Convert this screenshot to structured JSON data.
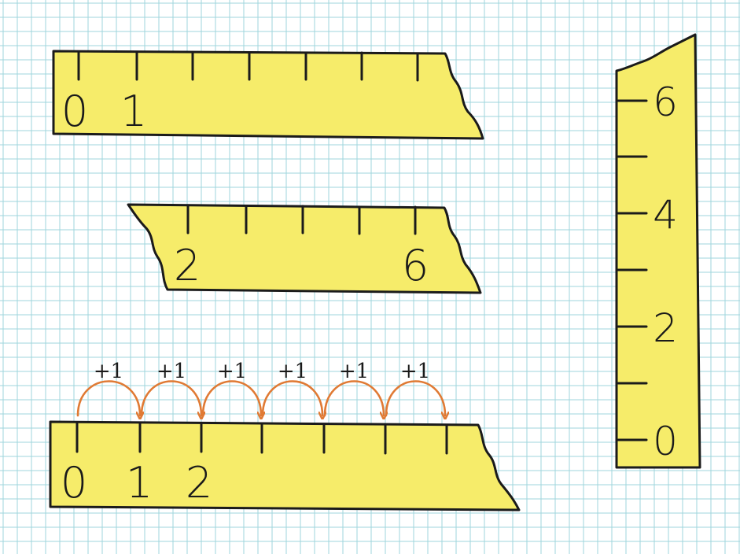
{
  "colors": {
    "paper": "#ffffff",
    "grid": "#9fd6dc",
    "ruler_fill": "#f6ec6a",
    "ruler_stroke": "#1b1b1b",
    "arrow": "#e07a34"
  },
  "rulers": [
    {
      "id": "ruler-top",
      "labels": [
        "0",
        "1"
      ]
    },
    {
      "id": "ruler-middle",
      "labels": [
        "2",
        "6"
      ]
    },
    {
      "id": "ruler-bottom",
      "labels": [
        "0",
        "1",
        "2"
      ]
    },
    {
      "id": "ruler-vertical",
      "labels": [
        "6",
        "4",
        "2",
        "0"
      ]
    }
  ],
  "jumps": {
    "label": "+1",
    "count": 6
  }
}
